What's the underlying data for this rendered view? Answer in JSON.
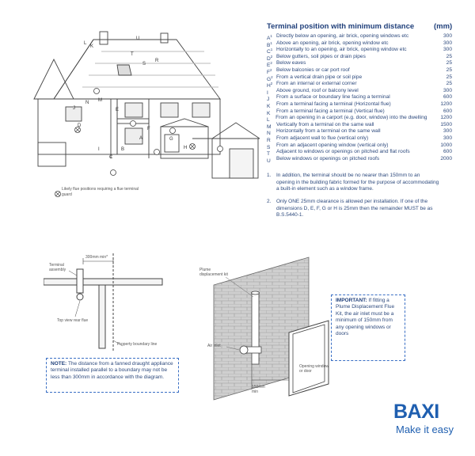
{
  "table": {
    "title": "Terminal position with minimum distance",
    "unit": "(mm)",
    "rows": [
      {
        "code": "A",
        "sup": "1",
        "desc": "Directly below an opening, air brick, opening windows etc",
        "value": "300"
      },
      {
        "code": "B",
        "sup": "1",
        "desc": "Above an opening, air brick, opening window etc",
        "value": "300"
      },
      {
        "code": "C",
        "sup": "1",
        "desc": "Horizontally to an opening, air brick, opening window etc",
        "value": "300"
      },
      {
        "code": "D",
        "sup": "2",
        "desc": "Below gutters, soil pipes or drain pipes",
        "value": "25"
      },
      {
        "code": "E",
        "sup": "2",
        "desc": "Below eaves",
        "value": "25"
      },
      {
        "code": "F",
        "sup": "2",
        "desc": "Below balconies or car port roof",
        "value": "25"
      },
      {
        "code": "G",
        "sup": "2",
        "desc": "From a vertical drain pipe or soil pipe",
        "value": "25"
      },
      {
        "code": "H",
        "sup": "2",
        "desc": "From an internal or external corner",
        "value": "25"
      },
      {
        "code": "I",
        "sup": "",
        "desc": "Above ground, roof or balcony level",
        "value": "300"
      },
      {
        "code": "J",
        "sup": "",
        "desc": "From a surface or boundary line facing a terminal",
        "value": "600"
      },
      {
        "code": "K",
        "sup": "",
        "desc": "From a terminal facing a terminal (Horizontal flue)",
        "value": "1200"
      },
      {
        "code": "K",
        "sup": "",
        "desc": "From a terminal facing a terminal (Vertical flue)",
        "value": "600"
      },
      {
        "code": "L",
        "sup": "",
        "desc": "From an opening in a carport (e.g. door, window) into the dwelling",
        "value": "1200"
      },
      {
        "code": "M",
        "sup": "",
        "desc": "Vertically from a terminal on the same wall",
        "value": "1500"
      },
      {
        "code": "N",
        "sup": "",
        "desc": "Horizontally from a terminal on the same wall",
        "value": "300"
      },
      {
        "code": "R",
        "sup": "",
        "desc": "From adjacent wall to flue (vertical only)",
        "value": "300"
      },
      {
        "code": "S",
        "sup": "",
        "desc": "From an adjacent opening window (vertical only)",
        "value": "1000"
      },
      {
        "code": "T",
        "sup": "",
        "desc": "Adjacent to windows or openings on pitched and flat roofs",
        "value": "600"
      },
      {
        "code": "U",
        "sup": "",
        "desc": "Below windows or openings on pitched roofs",
        "value": "2000"
      }
    ]
  },
  "notes": [
    {
      "num": "1.",
      "text": "In addition, the terminal should be no nearer than 150mm to an opening in the building fabric formed for the purpose of accommodating a built-in element such as a window frame."
    },
    {
      "num": "2.",
      "text": "Only ONE 25mm clearance is allowed per installation. If one of the dimensions D, E, F, G or H is 25mm then the remainder MUST be as B.S.5440-1."
    }
  ],
  "house_diagram": {
    "caption": "Likely flue positions requiring a flue terminal guard",
    "letters": [
      "L",
      "K",
      "U",
      "T",
      "S",
      "R",
      "J",
      "N",
      "M",
      "D",
      "E",
      "F",
      "G",
      "H",
      "I",
      "A",
      "B",
      "C"
    ]
  },
  "plan_diagram": {
    "terminal_label": "Terminal assembly",
    "dim_label": "300mm min*",
    "view_label": "Top view rear flue",
    "boundary_label": "Property boundary line"
  },
  "note_box": {
    "bold": "NOTE:",
    "text": "The distance from a fanned draught appliance terminal installed parallel to a boundary may not be less than 300mm in accordance with the diagram."
  },
  "wall_diagram": {
    "kit_label": "Plume displacement kit",
    "air_inlet_label": "Air inlet",
    "opening_label": "Opening window or door",
    "dim_label": "150mm min"
  },
  "important_box": {
    "bold": "IMPORTANT:",
    "text": "If fitting a Plume Displacement Flue Kit, the air inlet must be a minimum of 150mm from any opening windows or doors"
  },
  "brand": {
    "logo": "BAXI",
    "tagline": "Make it easy"
  }
}
